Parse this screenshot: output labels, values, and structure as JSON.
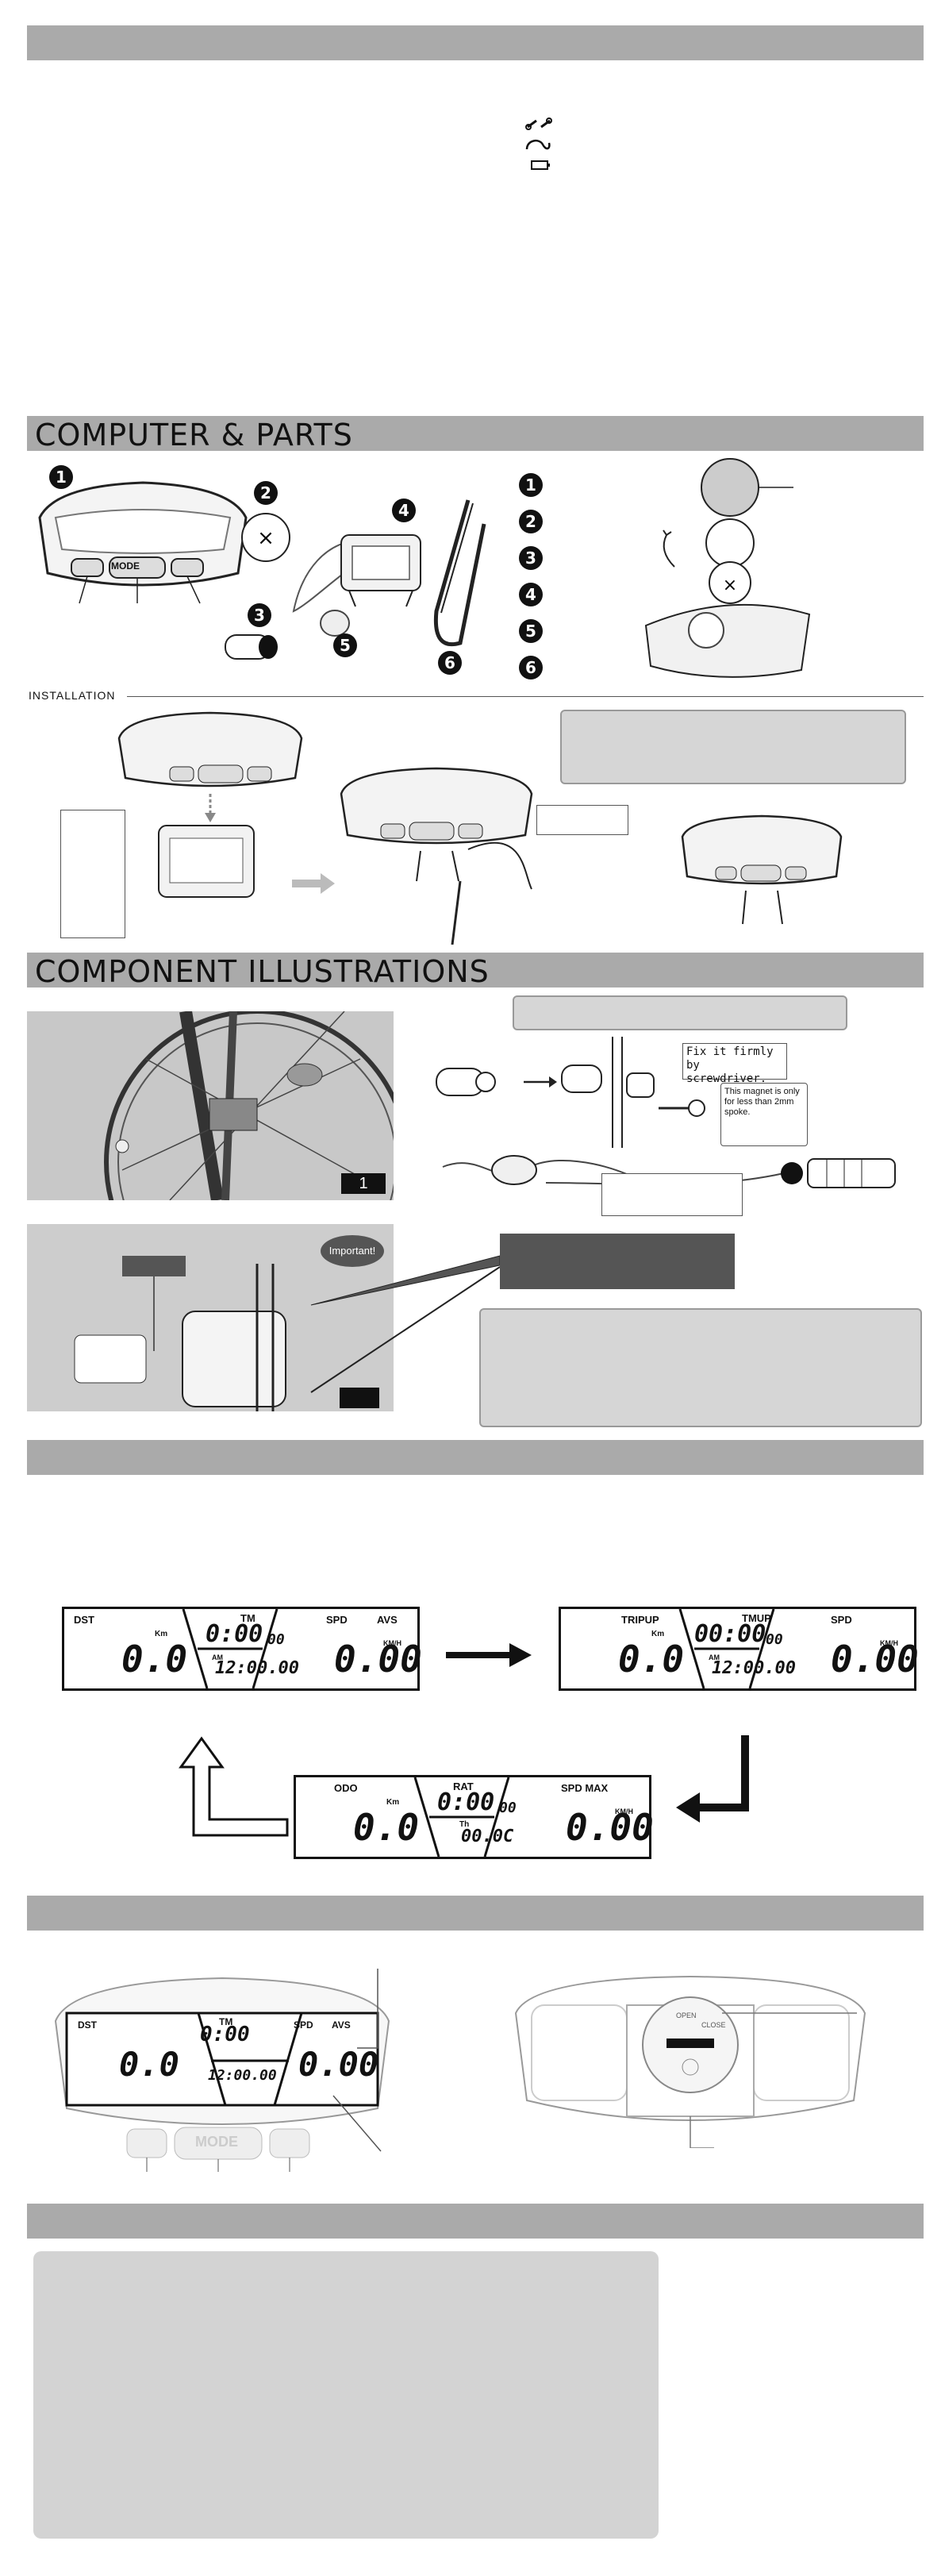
{
  "sections": {
    "top_bar": "",
    "computer_parts": "COMPUTER & PARTS",
    "component_illustrations": "COMPONENT ILLUSTRATIONS",
    "section_4": "",
    "section_5": "",
    "section_6": ""
  },
  "installation_label": "INSTALLATION",
  "parts_numbers": [
    "1",
    "2",
    "3",
    "4",
    "5",
    "6"
  ],
  "button_mode": "MODE",
  "callouts": {
    "fix_firmly": "Fix it firmly by screwdriver.",
    "magnet_note": "This magnet is only for less than 2mm spoke.",
    "important": "Important!",
    "photo_number": "1"
  },
  "lcd_screens": [
    {
      "left_label": "DST",
      "left_unit": "Km",
      "left_value": "0.0",
      "top_label": "TM",
      "top_value": "0:00",
      "top_small": "00",
      "bottom_pre": "AM",
      "bottom_value": "12:00.00",
      "right_label": "SPD",
      "right_label2": "AVS",
      "right_unit": "KM/H",
      "right_value": "0.00"
    },
    {
      "left_label": "TRIPUP",
      "left_unit": "Km",
      "left_value": "0.0",
      "top_label": "TMUP",
      "top_value": "00:00",
      "top_small": "00",
      "bottom_pre": "AM",
      "bottom_value": "12:00.00",
      "right_label": "SPD",
      "right_label2": "",
      "right_unit": "KM/H",
      "right_value": "0.00"
    },
    {
      "left_label": "ODO",
      "left_unit": "Km",
      "left_value": "0.0",
      "top_label": "RAT",
      "top_value": "0:00",
      "top_small": "00",
      "bottom_pre": "Th",
      "bottom_value": "00.0C",
      "right_label": "SPD MAX",
      "right_label2": "",
      "right_unit": "KM/H",
      "right_value": "0.00"
    }
  ],
  "back_cover": {
    "text1": "OPEN",
    "text2": "CLOSE"
  }
}
